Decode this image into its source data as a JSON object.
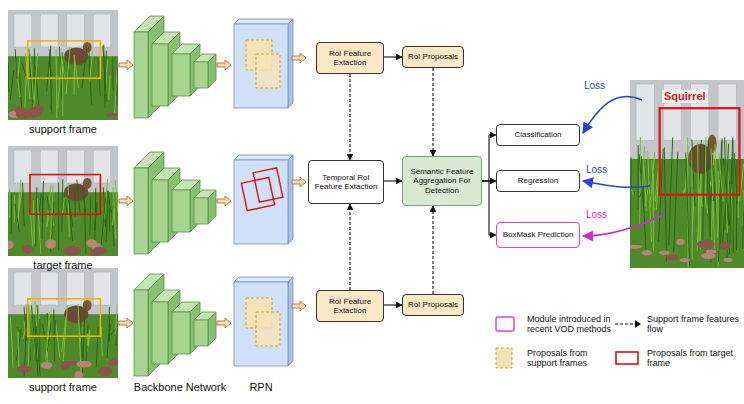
{
  "diagram": {
    "nodes": [
      {
        "text": [
          "RoI Feature Extaction"
        ]
      },
      {
        "text": [
          "RoI Proposals"
        ]
      },
      {
        "text": [
          "Temporal RoI Feature Extaction"
        ]
      },
      {
        "text": [
          "Semantic Feature Aggregation For Detection"
        ]
      },
      {
        "text": [
          "Classification"
        ]
      },
      {
        "text": [
          "Regression"
        ]
      },
      {
        "text": [
          "BoxMask Prediction"
        ]
      },
      {
        "text": [
          "RoI Feature Extaction"
        ]
      },
      {
        "text": [
          "RoI Proposals"
        ]
      }
    ],
    "edges": [
      {
        "from": 0,
        "to": 1,
        "arrow": "to"
      },
      {
        "from": 0,
        "to": 2,
        "arrow": "to"
      },
      {
        "from": 1,
        "to": 3,
        "arrow": "to"
      },
      {
        "from": 2,
        "to": 3,
        "arrow": "to"
      },
      {
        "from": 7,
        "to": 2,
        "arrow": "to"
      },
      {
        "from": 7,
        "to": 8,
        "arrow": "to"
      },
      {
        "from": 8,
        "to": 3,
        "arrow": "to"
      },
      {
        "from": 3,
        "to": 4,
        "arrow": "to"
      },
      {
        "from": 3,
        "to": 5,
        "arrow": "to"
      },
      {
        "from": 3,
        "to": 6,
        "arrow": "to"
      }
    ],
    "labels": [
      "support frame",
      "target frame",
      "support frame",
      "Backbone Network",
      "RPN",
      "Loss",
      "Loss",
      "Loss",
      "Squirrel"
    ],
    "legend": [
      {
        "text": "Module introduced in recent VOD methods"
      },
      {
        "text": "Support frame features flow"
      },
      {
        "text": "Proposals from support frames"
      },
      {
        "text": "Proposals from target frame"
      }
    ]
  }
}
